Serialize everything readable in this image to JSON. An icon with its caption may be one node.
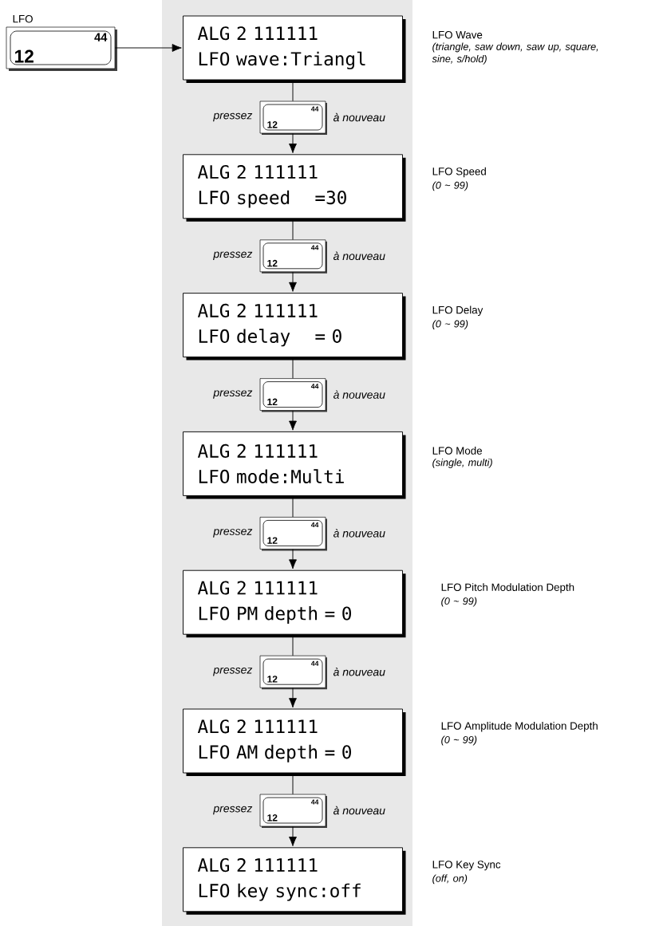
{
  "diagram": {
    "nodes": [
      {
        "text": [
          "12",
          "44"
        ],
        "beside": [
          "LFO"
        ]
      },
      {
        "text": [
          "ALG 2 111111",
          "LFO wave:Triangl"
        ],
        "beside": [
          "LFO Wave",
          "(triangle, saw down, saw up, square, sine, s/hold)"
        ]
      },
      {
        "text": [
          "12",
          "44"
        ],
        "beside": [
          "pressez",
          "à nouveau"
        ]
      },
      {
        "text": [
          "ALG 2 111111",
          "LFO speed    =30"
        ],
        "beside": [
          "LFO Speed",
          "(0 ~ 99)"
        ]
      },
      {
        "text": [
          "12",
          "44"
        ],
        "beside": [
          "pressez",
          "à nouveau"
        ]
      },
      {
        "text": [
          "ALG 2 111111",
          "LFO delay    = 0"
        ],
        "beside": [
          "LFO Delay",
          "(0 ~ 99)"
        ]
      },
      {
        "text": [
          "12",
          "44"
        ],
        "beside": [
          "pressez",
          "à nouveau"
        ]
      },
      {
        "text": [
          "ALG 2 111111",
          "LFO mode:Multi"
        ],
        "beside": [
          "LFO Mode",
          "(single, multi)"
        ]
      },
      {
        "text": [
          "12",
          "44"
        ],
        "beside": [
          "pressez",
          "à nouveau"
        ]
      },
      {
        "text": [
          "ALG 2 111111",
          "LFO PM depth = 0"
        ],
        "beside": [
          "LFO Pitch Modulation Depth",
          "(0 ~ 99)"
        ]
      },
      {
        "text": [
          "12",
          "44"
        ],
        "beside": [
          "pressez",
          "à nouveau"
        ]
      },
      {
        "text": [
          "ALG 2 111111",
          "LFO AM depth = 0"
        ],
        "beside": [
          "LFO Amplitude Modulation Depth",
          "(0 ~ 99)"
        ]
      },
      {
        "text": [
          "12",
          "44"
        ],
        "beside": [
          "pressez",
          "à nouveau"
        ]
      },
      {
        "text": [
          "ALG 2 111111",
          "LFO key sync:off"
        ],
        "beside": [
          "LFO Key Sync",
          "(off, on)"
        ]
      }
    ],
    "edges": [
      {
        "from": 0,
        "to": 1,
        "arrow": "to"
      },
      {
        "from": 1,
        "to": 2,
        "arrow": "none"
      },
      {
        "from": 2,
        "to": 3,
        "arrow": "to"
      },
      {
        "from": 3,
        "to": 4,
        "arrow": "none"
      },
      {
        "from": 4,
        "to": 5,
        "arrow": "to"
      },
      {
        "from": 5,
        "to": 6,
        "arrow": "none"
      },
      {
        "from": 6,
        "to": 7,
        "arrow": "to"
      },
      {
        "from": 7,
        "to": 8,
        "arrow": "none"
      },
      {
        "from": 8,
        "to": 9,
        "arrow": "to"
      },
      {
        "from": 9,
        "to": 10,
        "arrow": "none"
      },
      {
        "from": 10,
        "to": 11,
        "arrow": "to"
      },
      {
        "from": 11,
        "to": 12,
        "arrow": "none"
      },
      {
        "from": 12,
        "to": 13,
        "arrow": "to"
      }
    ]
  }
}
